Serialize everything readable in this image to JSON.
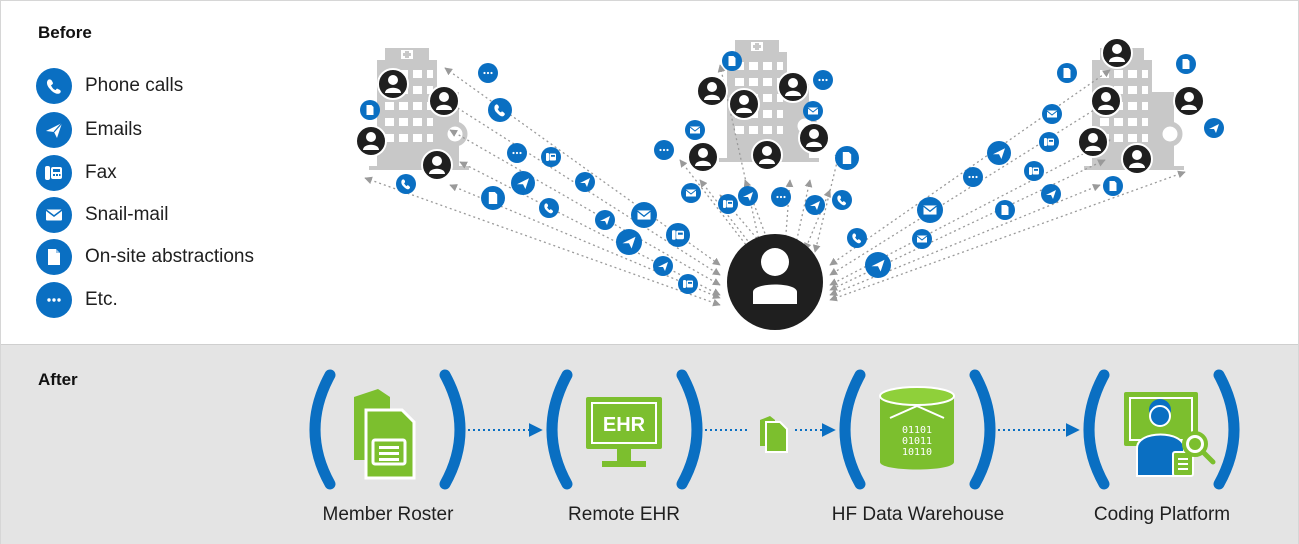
{
  "before": {
    "title": "Before",
    "legend": [
      {
        "label": "Phone calls",
        "icon": "phone-icon"
      },
      {
        "label": "Emails",
        "icon": "paper-plane-icon"
      },
      {
        "label": "Fax",
        "icon": "fax-icon"
      },
      {
        "label": "Snail-mail",
        "icon": "envelope-icon"
      },
      {
        "label": "On-site abstractions",
        "icon": "document-icon"
      },
      {
        "label": "Etc.",
        "icon": "ellipsis-icon"
      }
    ]
  },
  "after": {
    "title": "After",
    "steps": [
      {
        "label": "Member Roster",
        "icon": "document-stack-icon"
      },
      {
        "label": "Remote EHR",
        "icon": "ehr-monitor-icon",
        "icon_text": "EHR"
      },
      {
        "label": "HF Data Warehouse",
        "icon": "database-icon",
        "icon_text": [
          "01101",
          "01011",
          "10110"
        ]
      },
      {
        "label": "Coding Platform",
        "icon": "coding-platform-icon"
      }
    ]
  },
  "colors": {
    "blue": "#0a6fc2",
    "green": "#7cbf2e",
    "dark": "#1f1f1f",
    "building": "#c8c8c8",
    "band": "#e4e4e4"
  }
}
